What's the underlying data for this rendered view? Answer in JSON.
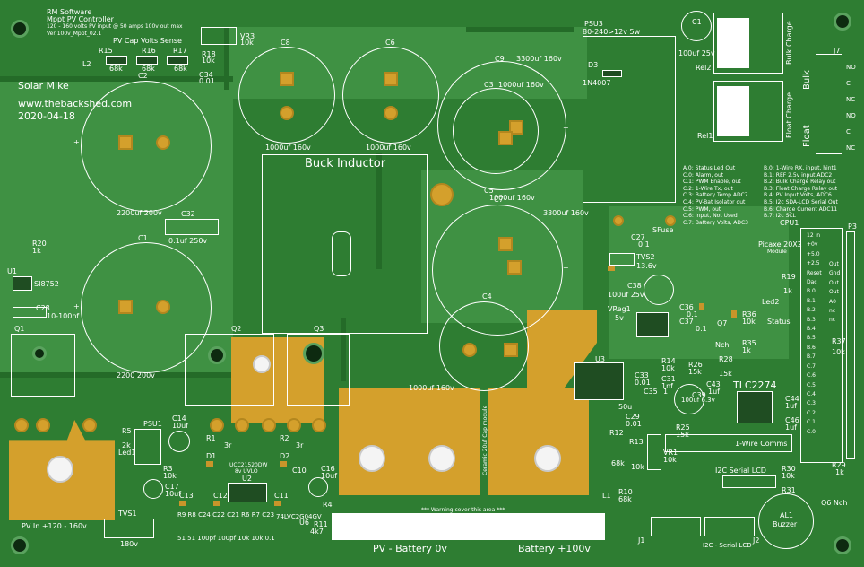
{
  "board": {
    "header_line1": "RM Software",
    "header_line2": "Mppt PV Controller",
    "header_line3": "120 - 160 volts PV input @ 50 amps 100v out max",
    "header_line4": "Ver 100v_Mppt_02.1",
    "author": "Solar Mike",
    "website": "www.thebackshed.com",
    "date": "2020-04-18",
    "pv_cap_title": "PV Cap Volts Sense",
    "buck_inductor": "Buck Inductor",
    "warning": "*** Warning cover this area ***",
    "pv_in_label": "PV In +120 - 160v",
    "pv_battery_label": "PV - Battery 0v",
    "battery_label": "Battery +100v",
    "ceramic_label": "Ceramic 20uf Cap module",
    "picaxe_label": "Picaxe 20X2",
    "picaxe_module": "Module",
    "one_wire_comms": "1-Wire Comms",
    "i2c_serial_lcd": "I2C Serial LCD",
    "i2c_serial_lcd2": "I2C - Serial LCD",
    "status_label": "Status",
    "buzzer_label": "Buzzer",
    "bulk_charge": "Bulk Charge",
    "float_charge": "Float Charge",
    "bulk": "Bulk",
    "float": "Float"
  },
  "pin_map_left": [
    "A.0: Status Led Out",
    "C.0: Alarm, out",
    "C.1: PWM Enable, out",
    "C.2: 1-Wire Tx, out",
    "C.3: Battery Temp ADC7",
    "C.4: PV-Bat Isolator out",
    "C.5: PWM, out",
    "C.6: Input, Not Used",
    "C.7: Battery Volts, ADC3"
  ],
  "pin_map_right": [
    "B.0: 1-Wire RX, input, hint1",
    "B.1: REF 2.5v input ADC2",
    "B.2: Bulk Charge Relay out",
    "B.3: Float Charge Relay out",
    "B.4: PV Input Volts, ADC6",
    "B.5: I2c SDA-LCD Serial Out",
    "B.6: Charge Current ADC11",
    "B.7: I2c SCL"
  ],
  "cpu_pins_left": [
    "12 in",
    "+0v",
    "+5.0",
    "+2.5",
    "Reset",
    "Dac",
    "B.0",
    "B.1",
    "B.2",
    "B.3",
    "B.4",
    "B.5",
    "B.6",
    "B.7",
    "C.7",
    "C.6",
    "C.5",
    "C.4",
    "C.3",
    "C.2",
    "C.1",
    "C.0"
  ],
  "cpu_pins_right": [
    "Out",
    "Gnd",
    "Out",
    "Out",
    "A0",
    "nc",
    "nc"
  ],
  "relay_pins": [
    "NO",
    "C",
    "NC",
    "NO",
    "C",
    "NC"
  ],
  "components": {
    "r15": "R15",
    "r15v": "68k",
    "r16": "R16",
    "r16v": "68k",
    "r17": "R17",
    "r17v": "68k",
    "r18": "R18",
    "r18v": "10k",
    "c34": "C34",
    "c34v": "0.01",
    "l2": "L2",
    "vr3": "VR3",
    "vr3v": "10k",
    "c2": "C2",
    "c2v": "2200uf 200v",
    "c1": "C1",
    "c1v": "2200 200v",
    "c8": "C8",
    "c8v": "1000uf 160v",
    "c6": "C6",
    "c6v": "1000uf 160v",
    "c9": "C9",
    "c9v": "3300uf 160v",
    "c3": "C3",
    "c3v": "1000uf 160v",
    "c5": "C5",
    "c5v": "1000uf 160v",
    "c7": "C7",
    "c7v": "3300uf 160v",
    "c4": "C4",
    "c4v": "1000uf 160v",
    "c32": "C32",
    "c32v": "0.1uf 250v",
    "r20": "R20",
    "r20v": "1k",
    "u1": "U1",
    "u1v": "SI8752",
    "c28": "C28",
    "c28v": "10-100pf",
    "q1": "Q1",
    "q2": "Q2",
    "q3": "Q3",
    "psu3": "PSU3",
    "psu3v": "80-240>12v 5w",
    "d3": "D3",
    "d3v": "1N4007",
    "c1a": "C1",
    "c1av": "100uf 25v",
    "rel2": "Rel2",
    "rel1": "Rel1",
    "j7": "J7",
    "c27": "C27",
    "c27v": "0.1",
    "sfuse": "SFuse",
    "tvs2": "TVS2",
    "tvs2v": "13.6v",
    "c38": "C38",
    "c38v": "100uf 25v",
    "vreg1": "VReg1",
    "vreg1v": "5v",
    "c36": "C36",
    "c36v": "0.1",
    "c37": "C37",
    "c37v": "0.1",
    "q7": "Q7",
    "q7v": "Nch",
    "r36": "R36",
    "r36v": "10k",
    "r35": "R35",
    "r35v": "1k",
    "r19": "R19",
    "r19v": "1k",
    "led2": "Led2",
    "cpu1": "CPU1",
    "p3": "P3",
    "r37": "R37",
    "r37v": "10k",
    "u3": "U3",
    "u3v": "50u",
    "r14": "R14",
    "r14v": "10k",
    "c31": "C31",
    "c31v": "1nf",
    "r26": "R26",
    "r26v": "15k",
    "r28": "R28",
    "r28v": "15k",
    "c33": "C33",
    "c33v": "0.01",
    "c35": "C35",
    "c35v": "1",
    "c39": "C39",
    "c39v": "100uf 6.3v",
    "u5": "TLC2274",
    "c43": "C43",
    "c43v": "1uf",
    "c44": "C44",
    "c44v": "1uf",
    "c46": "C46",
    "c46v": "1uf",
    "c29": "C29",
    "c29v": "0.01",
    "r25": "R25",
    "r25v": "15k",
    "r12": "R12",
    "r12v": "68k",
    "r13": "R13",
    "r13v": "10k",
    "vr1": "VR1",
    "vr1v": "10k",
    "r10": "R10",
    "r10v": "68k",
    "l1": "L1",
    "j1": "J1",
    "j2": "J2",
    "r30": "R30",
    "r30v": "10k",
    "r31": "R31",
    "r29": "R29",
    "r29v": "1k",
    "q6": "Q6 Nch",
    "al1": "AL1",
    "psu1": "PSU1",
    "r5": "R5",
    "r5v": "2k",
    "led1": "Led1",
    "c14": "C14",
    "c14v": "10uf",
    "r3": "R3",
    "r3v": "10k",
    "c17": "C17",
    "c17v": "10uf",
    "r1": "R1",
    "r1v": "3r",
    "d1": "D1",
    "r2": "R2",
    "r2v": "3r",
    "d2": "D2",
    "c10": "C10",
    "c16": "C16",
    "c16v": "10uf",
    "u2": "U2",
    "u2v": "UCC21520DW",
    "u2v2": "8v UVLO",
    "c13": "C13",
    "c12": "C12",
    "c11": "C11",
    "tvs1": "TVS1",
    "tvs1v": "180v",
    "r4": "R4",
    "r11": "R11",
    "r11v": "4k7",
    "u6": "U6",
    "u6v": "74LVC2G04GV",
    "bottom_refs": "R9 R8 C24 C22 C21 R6 R7 C23",
    "bottom_vals": "51 51 100pf 100pf 10k 10k 0.1"
  }
}
